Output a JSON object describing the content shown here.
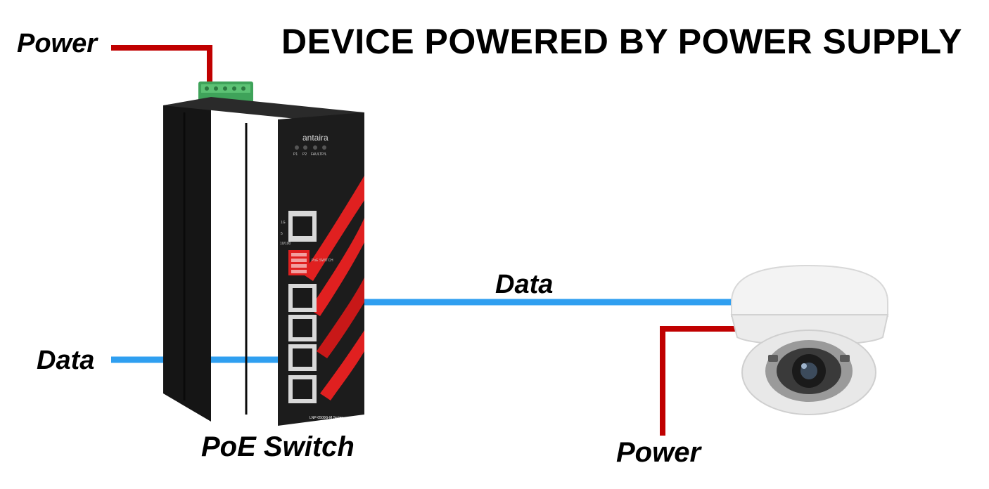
{
  "title": "DEVICE POWERED BY POWER SUPPLY",
  "labels": {
    "power_top": "Power",
    "data_left": "Data",
    "data_middle": "Data",
    "switch": "PoE Switch",
    "power_bottom": "Power"
  },
  "switch_device": {
    "brand": "antaira",
    "leds": [
      "P1",
      "P2",
      "FAULT",
      "P/L"
    ],
    "port_labels": [
      "1G",
      "5",
      "10/100"
    ],
    "dip_label": "PoE SWITCH",
    "model": "LNP-0500G-M Series"
  },
  "colors": {
    "power_line": "#c00000",
    "data_line": "#2f9ff0",
    "switch_body": "#1c1c1c",
    "switch_accent": "#e02020",
    "terminal": "#3fa35a"
  }
}
